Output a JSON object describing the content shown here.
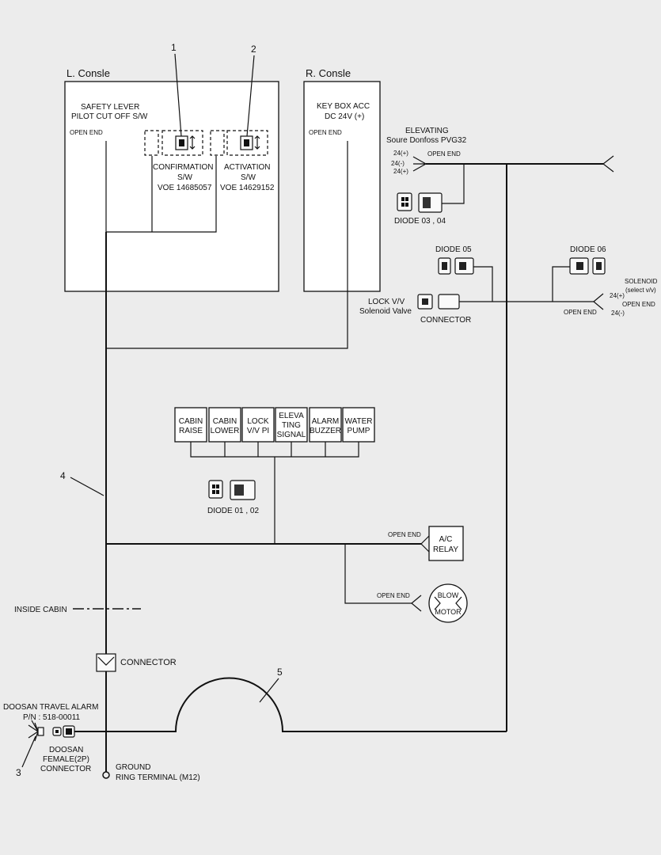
{
  "callouts": [
    "1",
    "2",
    "3",
    "4",
    "5"
  ],
  "l_console": {
    "title": "L. Consle",
    "safety_lever": [
      "SAFETY LEVER",
      "PILOT CUT OFF S/W"
    ],
    "open_end": "OPEN END",
    "confirmation": [
      "CONFIRMATION",
      "S/W",
      "VOE 14685057"
    ],
    "activation": [
      "ACTIVATION",
      "S/W",
      "VOE 14629152"
    ]
  },
  "r_console": {
    "title": "R. Consle",
    "key_box": [
      "KEY BOX ACC",
      "DC 24V (+)"
    ],
    "open_end": "OPEN END"
  },
  "elevating": {
    "title": [
      "ELEVATING",
      "Soure Donfoss PVG32"
    ],
    "pins": [
      "24(+)",
      "24(-)",
      "24(+)"
    ],
    "open_end": "OPEN END",
    "diode": "DIODE 03 , 04"
  },
  "diode_05": "DIODE 05",
  "diode_06": "DIODE 06",
  "lock_valve": {
    "label": [
      "LOCK V/V",
      "Solenoid Valve"
    ],
    "connector": "CONNECTOR"
  },
  "solenoid": {
    "title": [
      "SOLENOID",
      "(select v/v)"
    ],
    "pins": [
      "24(+)",
      "24(-)"
    ],
    "open_end_1": "OPEN END",
    "open_end_2": "OPEN END"
  },
  "relays": [
    [
      "CABIN",
      "RAISE"
    ],
    [
      "CABIN",
      "LOWER"
    ],
    [
      "LOCK",
      "V/V PI"
    ],
    [
      "ELEVA",
      "TING",
      "SIGNAL"
    ],
    [
      "ALARM",
      "BUZZER"
    ],
    [
      "WATER",
      "PUMP"
    ]
  ],
  "diode_01_02": "DIODE 01 , 02",
  "ac_relay": {
    "open_end": "OPEN END",
    "label": [
      "A/C",
      "RELAY"
    ]
  },
  "blow_motor": {
    "open_end": "OPEN END",
    "label": [
      "BLOW",
      "MOTOR"
    ]
  },
  "inside_cabin": "INSIDE CABIN",
  "connector": "CONNECTOR",
  "travel_alarm": [
    "DOOSAN TRAVEL ALARM",
    "P/N : 518-00011"
  ],
  "female_connector": [
    "DOOSAN",
    "FEMALE(2P)",
    "CONNECTOR"
  ],
  "ground": [
    "GROUND",
    "RING TERMINAL (M12)"
  ]
}
